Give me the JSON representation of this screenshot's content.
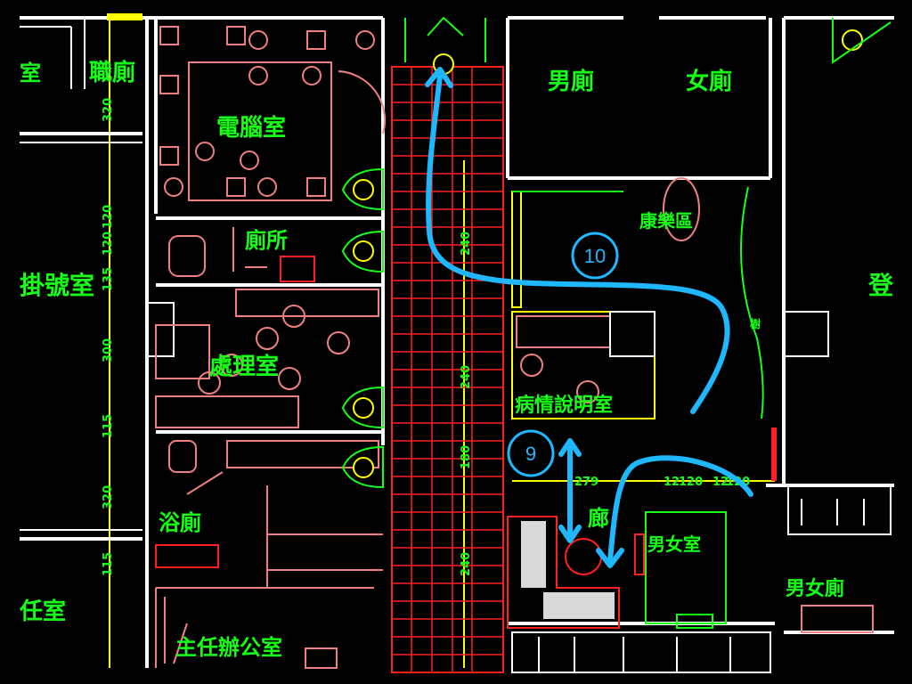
{
  "rooms": {
    "room_left_top": "室",
    "staff_toilet": "職廁",
    "computer_room": "電腦室",
    "toilet": "廁所",
    "registration_room": "掛號室",
    "treatment_room": "處理室",
    "bathroom": "浴廁",
    "room_left_bottom": "任室",
    "director_office": "主任辦公室",
    "male_toilet": "男廁",
    "female_toilet": "女廁",
    "consult_room": "病情說明室",
    "lobby": "廊",
    "unisex_room": "男女室",
    "unisex_toilet": "男女廁",
    "right_edge": "登",
    "planter": "康樂區",
    "small_note": "樹"
  },
  "dimensions": [
    "320",
    "120",
    "120",
    "135",
    "300",
    "115",
    "320",
    "115",
    "240",
    "240",
    "180",
    "240",
    "279",
    "12",
    "120",
    "12",
    "120"
  ],
  "markers": {
    "route_10": "10",
    "route_9": "9"
  },
  "colors": {
    "background": "#000000",
    "walls": "#ffffff",
    "furniture": "#f08080",
    "labels": "#16ff16",
    "grid": "#ff2020",
    "route": "#1fb8ff",
    "highlight": "#ffff00"
  },
  "icons": [
    "door-icon",
    "fire-extinguisher-icon",
    "route-arrow-icon",
    "sink-icon"
  ]
}
